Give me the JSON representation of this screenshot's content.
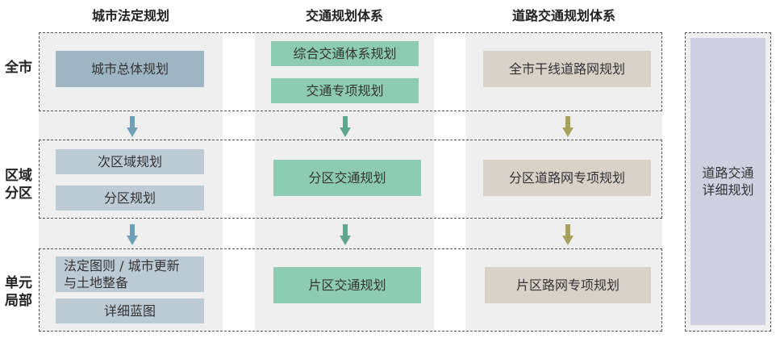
{
  "headers": {
    "col1": "城市法定规划",
    "col2": "交通规划体系",
    "col3": "道路交通规划体系"
  },
  "rows": {
    "city": "全市",
    "district": "区域\n分区",
    "unit": "单元\n局部"
  },
  "col1": {
    "city": "城市总体规划",
    "district_a": "次区域规划",
    "district_b": "分区规划",
    "unit_a": "法定图则 / 城市更新\n与土地整备",
    "unit_b": "详细蓝图"
  },
  "col2": {
    "city_a": "综合交通体系规划",
    "city_b": "交通专项规划",
    "district": "分区交通规划",
    "unit": "片区交通规划"
  },
  "col3": {
    "city": "全市干线道路网规划",
    "district": "分区道路网专项规划",
    "unit": "片区路网专项规划"
  },
  "side": {
    "label": "道路交通\n详细规划"
  },
  "colors": {
    "arrow_col1": "#6fa0b5",
    "arrow_col2": "#5fa68e",
    "arrow_col3": "#a7a15e"
  }
}
